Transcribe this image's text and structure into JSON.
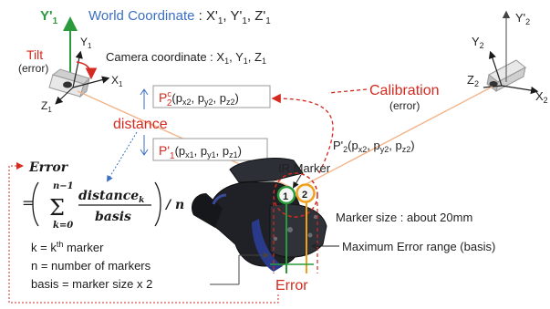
{
  "world": {
    "label": "World Coordinate",
    "sep": " : ",
    "axes": [
      "X'",
      "1",
      ", Y'",
      "1",
      ", Z'",
      "1"
    ]
  },
  "camera_coord": {
    "label": "Camera coordinate",
    "sep": " : ",
    "axes": [
      "X",
      "1",
      ", Y",
      "1",
      ", Z",
      "1"
    ]
  },
  "cam1_axes": {
    "Yp": [
      "Y'",
      "1"
    ],
    "Y": [
      "Y",
      "1"
    ],
    "X": [
      "X",
      "1"
    ],
    "Z": [
      "Z",
      "1"
    ]
  },
  "cam2_axes": {
    "Yp": [
      "Y'",
      "2"
    ],
    "Y": [
      "Y",
      "2"
    ],
    "X": [
      "X",
      "2"
    ],
    "Z": [
      "Z",
      "2"
    ]
  },
  "tilt": {
    "label": "Tilt",
    "note": "(error)"
  },
  "pc2": {
    "P": "P",
    "sup": "c",
    "sub": "2",
    "args": "(p",
    "a1": "x2",
    "a2": "y2",
    "a3": "z2"
  },
  "p1": {
    "P": "P'",
    "sub": "1",
    "args": "(p",
    "a1": "x1",
    "a2": "y1",
    "a3": "z1"
  },
  "p2": {
    "P": "P'",
    "sub": "2",
    "args": "(p",
    "a1": "x2",
    "a2": "y2",
    "a3": "z2"
  },
  "distance": "distance",
  "calibration": {
    "label": "Calibration",
    "note": "(error)"
  },
  "ir_marker": "IR Marker",
  "marker_size": "Marker size : about 20mm",
  "max_error": "Maximum Error range (basis)",
  "error_label": "Error",
  "formula": {
    "lhs": "Error",
    "eq": "=",
    "upper": "n−1",
    "lower": "k=0",
    "num": "distance",
    "num_sub": "k",
    "den": "basis",
    "tail": "/ n"
  },
  "legend": {
    "k": [
      "k = k",
      "th",
      " marker"
    ],
    "n": "n = number of markers",
    "basis": "basis = marker size x 2"
  },
  "markers": [
    "1",
    "2"
  ],
  "colors": {
    "green": "#2a9a3a",
    "red": "#d42a1f",
    "blue": "#3b6fc4",
    "orange": "#f0a019",
    "dark": "#1a1a1a"
  }
}
